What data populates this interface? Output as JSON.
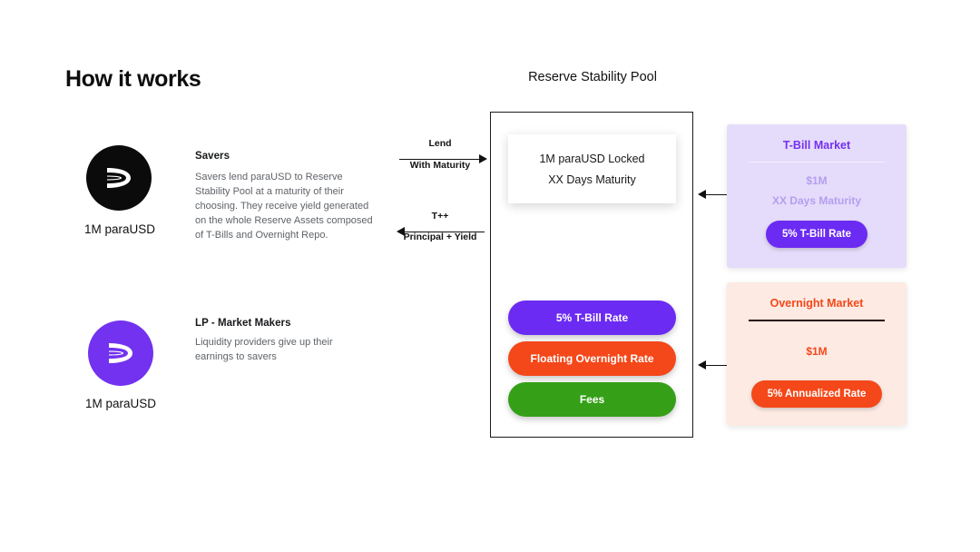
{
  "page": {
    "title": "How it works"
  },
  "actors": [
    {
      "logo_icon": "paraUSD-logo-dark",
      "logo_color": "#0b0b0b",
      "caption": "1M paraUSD",
      "heading": "Savers",
      "body": "Savers lend paraUSD to Reserve Stability Pool at a maturity of their choosing. They receive yield generated on the whole Reserve Assets composed of T-Bills and Overnight Repo."
    },
    {
      "logo_icon": "paraUSD-logo-violet",
      "logo_color": "#7232f0",
      "caption": "1M paraUSD",
      "heading": "LP - Market Makers",
      "body": "Liquidity providers give up their earnings to savers"
    }
  ],
  "flows": [
    {
      "direction": "right",
      "label_top": "Lend",
      "label_bottom": "With Maturity"
    },
    {
      "direction": "left",
      "label_top": "T++",
      "label_bottom": "Principal + Yield"
    }
  ],
  "pool": {
    "title": "Reserve Stability Pool",
    "locked_card": {
      "line1": "1M paraUSD Locked",
      "line2": "XX Days Maturity"
    },
    "pills": [
      {
        "label": "5% T-Bill Rate",
        "color": "#6c2bf2"
      },
      {
        "label": "Floating Overnight Rate",
        "color": "#f4481a"
      },
      {
        "label": "Fees",
        "color": "#35a017"
      }
    ]
  },
  "markets": [
    {
      "title": "T-Bill Market",
      "amount": "$1M",
      "detail": "XX Days Maturity",
      "rate_label": "5% T-Bill Rate",
      "accent": "#6c2bf2",
      "background": "#e5dcfb"
    },
    {
      "title": "Overnight Market",
      "amount": "$1M",
      "detail": "",
      "rate_label": "5% Annualized Rate",
      "accent": "#f4481a",
      "background": "#fceae3"
    }
  ]
}
